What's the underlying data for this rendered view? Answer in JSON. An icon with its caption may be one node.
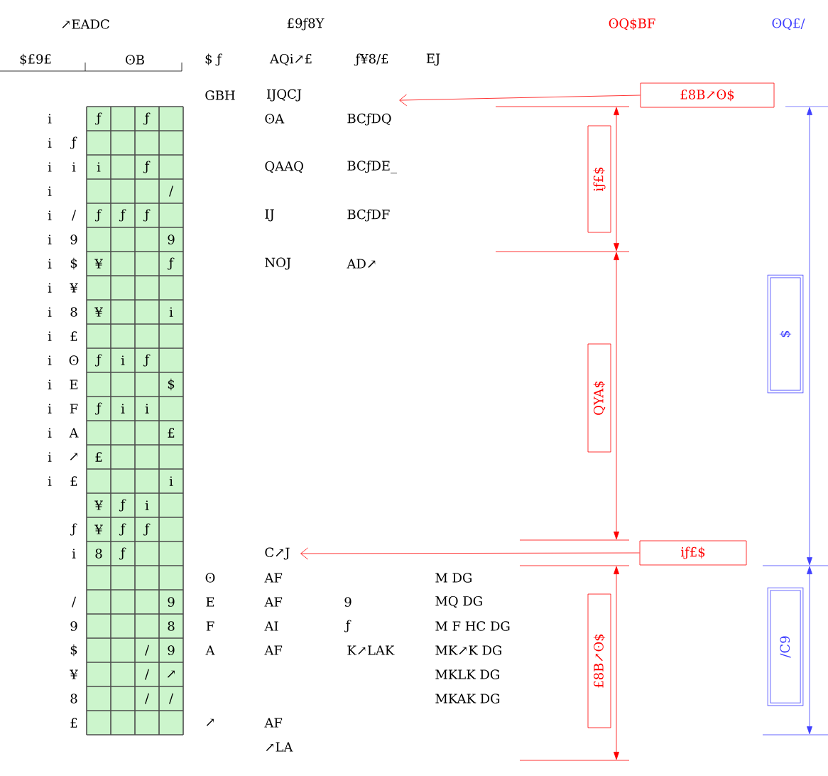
{
  "diagram": {
    "nodes": [
      {
        "text": [
          "£8B↗ʘ$"
        ]
      },
      {
        "text": [
          "iƒ£$"
        ]
      },
      {
        "text": [
          "iƒ£$"
        ]
      },
      {
        "text": [
          "QYA$"
        ]
      },
      {
        "text": [
          "£8B↗ʘ$"
        ]
      },
      {
        "text": [
          "$"
        ]
      },
      {
        "text": [
          "/C9"
        ]
      },
      {
        "text": [
          "BCƒDQ"
        ]
      },
      {
        "text": [
          "C↗J"
        ]
      }
    ],
    "edges": [
      {
        "from": 0,
        "to": 7,
        "arrow": "to"
      },
      {
        "from": 1,
        "to": 8,
        "arrow": "to"
      }
    ],
    "labels": [
      "↗EADC",
      "£9ƒ8Y",
      "ʘQ$BF",
      "ʘQ£/",
      "$£9£",
      "ʘB",
      "$ ƒ",
      "AQi↗£",
      "ƒ¥8/£",
      "EJ",
      "GBH",
      "IJQCJ",
      "i",
      "ƒ",
      "ƒ",
      "ʘA",
      "i",
      "ƒ",
      "i",
      "i",
      "i",
      "ƒ",
      "QAAQ",
      "BCƒDE_",
      "i",
      "/",
      "i",
      "/",
      "ƒ",
      "ƒ",
      "ƒ",
      "IJ",
      "BCƒDF",
      "i",
      "9",
      "9",
      "i",
      "$",
      "¥",
      "ƒ",
      "NOJ",
      "AD↗",
      "i",
      "¥",
      "i",
      "8",
      "¥",
      "i",
      "i",
      "£",
      "i",
      "ʘ",
      "ƒ",
      "i",
      "ƒ",
      "i",
      "E",
      "$",
      "i",
      "F",
      "ƒ",
      "i",
      "i",
      "i",
      "A",
      "£",
      "i",
      "↗",
      "£",
      "i",
      "£",
      "i",
      "¥",
      "ƒ",
      "i",
      "ƒ",
      "¥",
      "ƒ",
      "ƒ",
      "i",
      "8",
      "ƒ",
      "ʘ",
      "AF",
      "M DG",
      "/",
      "9",
      "E",
      "AF",
      "9",
      "MQ DG",
      "9",
      "8",
      "F",
      "AI",
      "ƒ",
      "M F HC DG",
      "$",
      "/",
      "9",
      "A",
      "AF",
      "K↗LAK",
      "MK↗K DG",
      "¥",
      "/",
      "↗",
      "MKLK DG",
      "8",
      "/",
      "/",
      "MKAK DG",
      "£",
      "↗",
      "AF",
      "↗LA"
    ]
  }
}
